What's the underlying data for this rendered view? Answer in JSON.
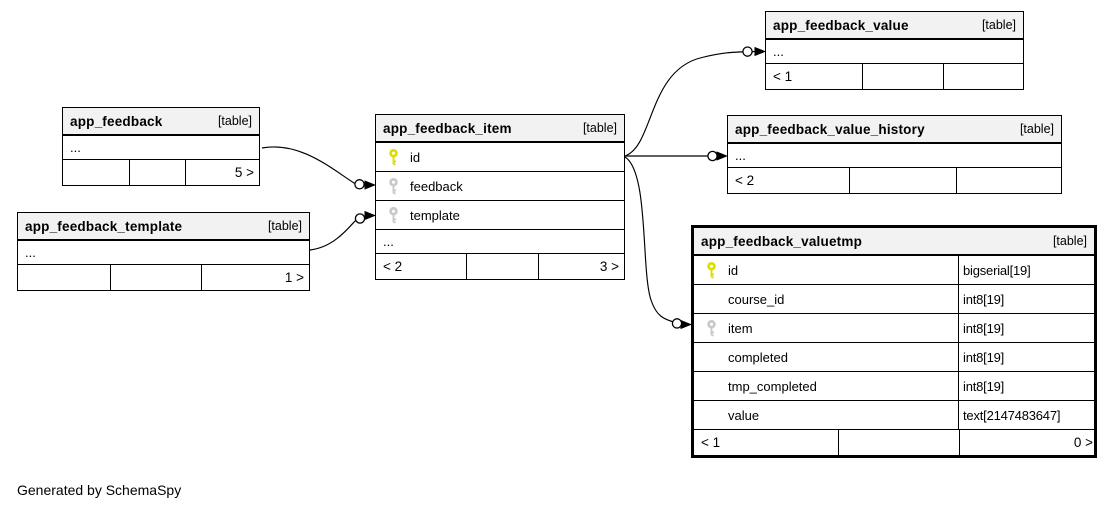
{
  "credit": "Generated by SchemaSpy",
  "colors": {
    "background": "#ffffff",
    "border": "#000000",
    "header_bg": "#f2f2f2",
    "primary_key": "#dddd00",
    "foreign_key": "#c9c9c9"
  },
  "tables": [
    {
      "name": "app_feedback",
      "badge": "[table]",
      "emphasized": false,
      "columns": [],
      "ellipsis": "...",
      "footer": {
        "left": "",
        "mid": "",
        "right": "5 >"
      }
    },
    {
      "name": "app_feedback_template",
      "badge": "[table]",
      "emphasized": false,
      "columns": [],
      "ellipsis": "...",
      "footer": {
        "left": "",
        "mid": "",
        "right": "1 >"
      }
    },
    {
      "name": "app_feedback_item",
      "badge": "[table]",
      "emphasized": false,
      "columns": [
        {
          "key": "primary",
          "name": "id",
          "type": ""
        },
        {
          "key": "foreign",
          "name": "feedback",
          "type": ""
        },
        {
          "key": "foreign",
          "name": "template",
          "type": ""
        }
      ],
      "ellipsis": "...",
      "footer": {
        "left": "< 2",
        "mid": "",
        "right": "3 >"
      }
    },
    {
      "name": "app_feedback_value",
      "badge": "[table]",
      "emphasized": false,
      "columns": [],
      "ellipsis": "...",
      "footer": {
        "left": "< 1",
        "mid": "",
        "right": ""
      }
    },
    {
      "name": "app_feedback_value_history",
      "badge": "[table]",
      "emphasized": false,
      "columns": [],
      "ellipsis": "...",
      "footer": {
        "left": "< 2",
        "mid": "",
        "right": ""
      }
    },
    {
      "name": "app_feedback_valuetmp",
      "badge": "[table]",
      "emphasized": true,
      "columns": [
        {
          "key": "primary",
          "name": "id",
          "type": "bigserial[19]"
        },
        {
          "key": null,
          "name": "course_id",
          "type": "int8[19]"
        },
        {
          "key": "foreign",
          "name": "item",
          "type": "int8[19]"
        },
        {
          "key": null,
          "name": "completed",
          "type": "int8[19]"
        },
        {
          "key": null,
          "name": "tmp_completed",
          "type": "int8[19]"
        },
        {
          "key": null,
          "name": "value",
          "type": "text[2147483647]"
        }
      ],
      "ellipsis": null,
      "footer": {
        "left": "< 1",
        "mid": "",
        "right": "0 >"
      }
    }
  ]
}
